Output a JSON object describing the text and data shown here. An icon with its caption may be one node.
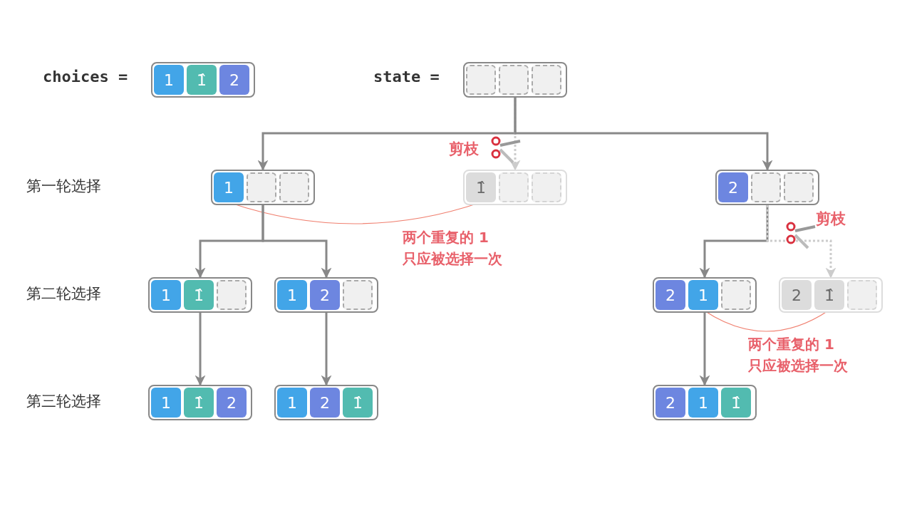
{
  "diagram": {
    "nodes": [
      {
        "text": [],
        "shape": "box"
      },
      {
        "text": [
          "1"
        ],
        "in": 0
      },
      {
        "text": [
          "1̂"
        ],
        "in": 0
      },
      {
        "text": [
          "2"
        ],
        "in": 0
      },
      {
        "text": [],
        "shape": "box"
      },
      {
        "text": [],
        "shape": "box",
        "in": 4
      },
      {
        "text": [],
        "shape": "box",
        "in": 4
      },
      {
        "text": [],
        "shape": "box",
        "in": 4
      },
      {
        "text": [],
        "shape": "box"
      },
      {
        "text": [
          "1"
        ],
        "in": 8
      },
      {
        "text": [],
        "shape": "box",
        "in": 8
      },
      {
        "text": [],
        "shape": "box",
        "in": 8
      },
      {
        "text": [],
        "shape": "box"
      },
      {
        "text": [
          "1̂"
        ],
        "in": 12
      },
      {
        "text": [],
        "shape": "box",
        "in": 12
      },
      {
        "text": [],
        "shape": "box",
        "in": 12
      },
      {
        "text": [],
        "shape": "box"
      },
      {
        "text": [
          "2"
        ],
        "in": 16
      },
      {
        "text": [],
        "shape": "box",
        "in": 16
      },
      {
        "text": [],
        "shape": "box",
        "in": 16
      },
      {
        "text": [],
        "shape": "box"
      },
      {
        "text": [
          "1"
        ],
        "in": 20
      },
      {
        "text": [
          "1̂"
        ],
        "in": 20
      },
      {
        "text": [],
        "shape": "box",
        "in": 20
      },
      {
        "text": [],
        "shape": "box"
      },
      {
        "text": [
          "1"
        ],
        "in": 24
      },
      {
        "text": [
          "2"
        ],
        "in": 24
      },
      {
        "text": [],
        "shape": "box",
        "in": 24
      },
      {
        "text": [],
        "shape": "box"
      },
      {
        "text": [
          "2"
        ],
        "in": 28
      },
      {
        "text": [
          "1"
        ],
        "in": 28
      },
      {
        "text": [],
        "shape": "box",
        "in": 28
      },
      {
        "text": [],
        "shape": "box"
      },
      {
        "text": [
          "2"
        ],
        "in": 32
      },
      {
        "text": [
          "1̂"
        ],
        "in": 32
      },
      {
        "text": [],
        "shape": "box",
        "in": 32
      },
      {
        "text": [],
        "shape": "box"
      },
      {
        "text": [
          "1"
        ],
        "in": 36
      },
      {
        "text": [
          "1̂"
        ],
        "in": 36
      },
      {
        "text": [
          "2"
        ],
        "in": 36
      },
      {
        "text": [],
        "shape": "box"
      },
      {
        "text": [
          "1"
        ],
        "in": 40
      },
      {
        "text": [
          "2"
        ],
        "in": 40
      },
      {
        "text": [
          "1̂"
        ],
        "in": 40
      },
      {
        "text": [],
        "shape": "box"
      },
      {
        "text": [
          "2"
        ],
        "in": 44
      },
      {
        "text": [
          "1"
        ],
        "in": 44
      },
      {
        "text": [
          "1̂"
        ],
        "in": 44
      }
    ],
    "edges": [
      {
        "from": 4,
        "to": 8,
        "arrow": "to"
      },
      {
        "from": 4,
        "to": 12,
        "arrow": "to",
        "style": "dashed",
        "color": "#cccccc"
      },
      {
        "from": 4,
        "to": 16,
        "arrow": "to"
      },
      {
        "from": 9,
        "to": 13,
        "arrow": "none",
        "color": "#f08070",
        "label": "两个重复的 1 只应被选择一次"
      },
      {
        "from": 8,
        "to": 20,
        "arrow": "to"
      },
      {
        "from": 8,
        "to": 24,
        "arrow": "to"
      },
      {
        "from": 16,
        "to": 28,
        "arrow": "to"
      },
      {
        "from": 16,
        "to": 32,
        "arrow": "to",
        "style": "dashed",
        "color": "#cccccc"
      },
      {
        "from": 30,
        "to": 34,
        "arrow": "none",
        "color": "#f08070",
        "label": "两个重复的 1 只应被选择一次"
      },
      {
        "from": 20,
        "to": 36,
        "arrow": "to"
      },
      {
        "from": 24,
        "to": 40,
        "arrow": "to"
      },
      {
        "from": 28,
        "to": 44,
        "arrow": "to"
      }
    ],
    "labels": [
      "choices =",
      "state =",
      "剪枝",
      "第一轮选择",
      "剪枝",
      "第二轮选择",
      "第三轮选择"
    ]
  }
}
